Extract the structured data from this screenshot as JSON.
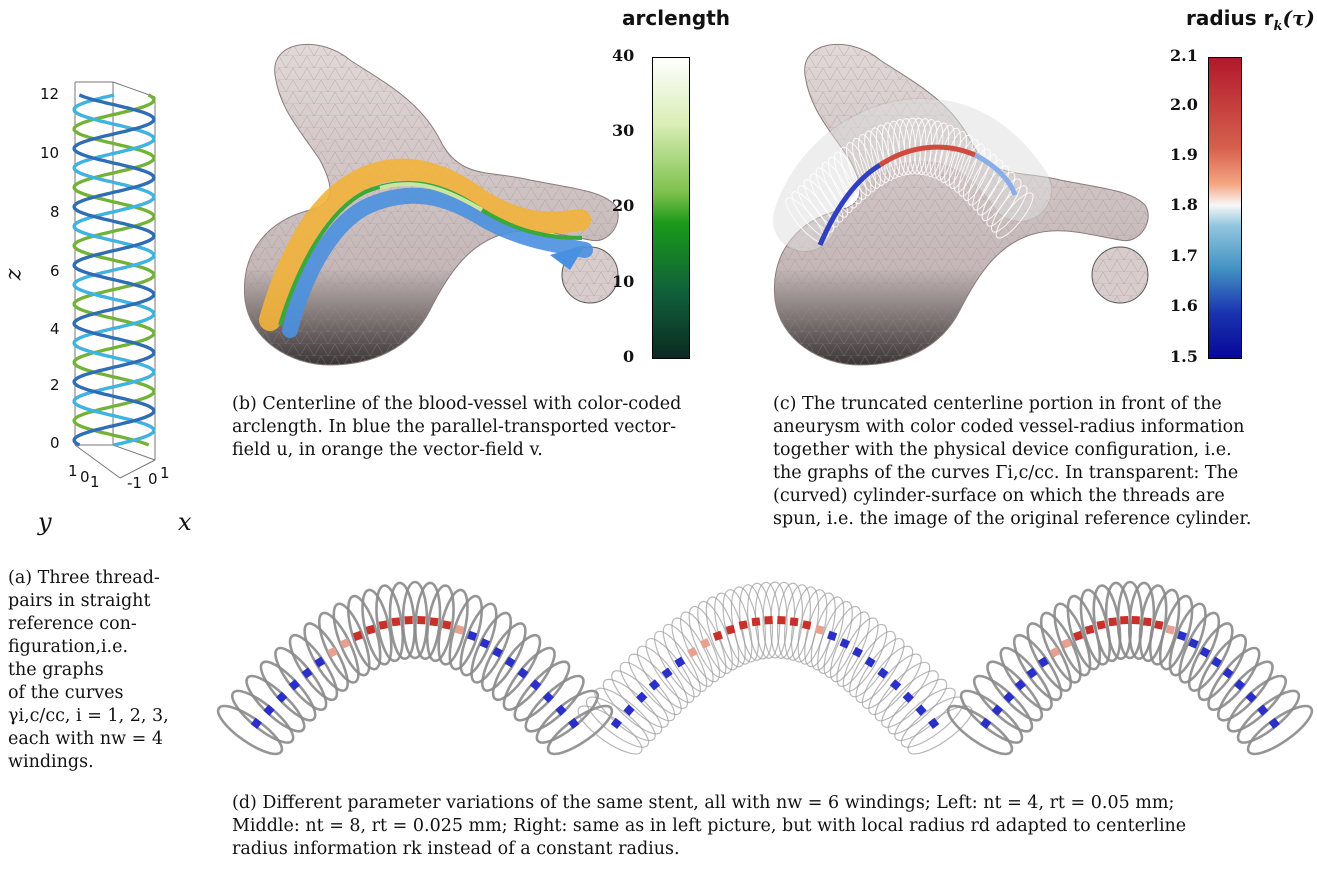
{
  "panel_a": {
    "z_axis_label": "z",
    "z_ticks": [
      "12",
      "10",
      "8",
      "6",
      "4",
      "2",
      "0"
    ],
    "y_axis_label": "y",
    "x_axis_label": "x",
    "y_ticks_text": "1",
    "y_ticks_text2": "0",
    "y_ticks_text3": "1",
    "x_ticks_text": "-1",
    "x_ticks_text2": "0",
    "x_ticks_text3": "1",
    "caption_lines": [
      "(a) Three thread-",
      "pairs in straight",
      "reference con-",
      "figuration,i.e.",
      "the graphs",
      "of the curves",
      "γi,c/cc, i = 1, 2, 3,",
      "each with nw = 4",
      "windings."
    ]
  },
  "panel_b": {
    "colorbar_title": "arclength",
    "colorbar_ticks": [
      "40",
      "30",
      "20",
      "10",
      "0"
    ],
    "colorbar_colors": [
      "#ffffff",
      "#cfe8a0",
      "#1a9a1a",
      "#0e4d35",
      "#0b2a22"
    ],
    "caption_line1": "(b) Centerline of the blood-vessel with color-coded",
    "caption_line2": "arclength. In blue the parallel-transported vector-",
    "caption_line3": "field u, in orange the vector-field v."
  },
  "panel_c": {
    "colorbar_title": "radius r",
    "colorbar_title_sub": "k",
    "colorbar_title_tail": "(τ)",
    "colorbar_ticks": [
      "2.1",
      "2.0",
      "1.9",
      "1.8",
      "1.7",
      "1.6",
      "1.5"
    ],
    "colorbar_colors": [
      "#b2182b",
      "#d6604d",
      "#f4a582",
      "#f7f7f7",
      "#92c5de",
      "#4393c3",
      "#08089a"
    ],
    "caption_lines": [
      "(c) The truncated centerline portion in front of the",
      "aneurysm with color coded vessel-radius information",
      "together with the physical device configuration, i.e.",
      "the graphs of the curves Γi,c/cc. In transparent: The",
      "(curved) cylinder-surface on which the threads are",
      "spun, i.e. the image of the original reference cylinder."
    ]
  },
  "panel_d": {
    "caption_lines": [
      "(d) Different parameter variations of the same stent, all with nw = 6 windings; Left: nt = 4, rt = 0.05 mm;",
      "Middle: nt = 8, rt = 0.025 mm; Right: same as in left picture, but with local radius rd adapted to centerline",
      "radius information rk instead of a constant radius."
    ]
  },
  "colors": {
    "vessel": "#cdbfbf",
    "vessel_shadow": "#3d3838",
    "blue_field": "#4a90e0",
    "orange_field": "#f2b23a",
    "stent_grey": "#8a8a8a",
    "helix": [
      "#e6541a",
      "#f0b429",
      "#6fb33a",
      "#38b6e8",
      "#7b3fa8",
      "#2d6fb5"
    ]
  }
}
